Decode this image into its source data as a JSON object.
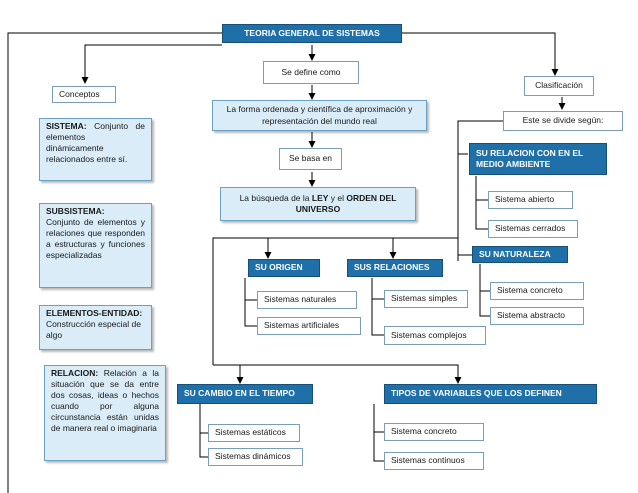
{
  "title": "TEORIA GENERAL DE SISTEMAS",
  "defines": "Se define como",
  "definition": "La forma ordenada y científica de aproximación y representación del mundo real",
  "based": "Se basa en",
  "basis": {
    "before": "La búsqueda de la ",
    "ley": "LEY",
    "middle": " y el ",
    "orden": "ORDEN DEL UNIVERSO"
  },
  "conceptos": {
    "label": "Conceptos",
    "sistema": {
      "term": "SISTEMA:",
      "text": "Conjunto de elementos dinámicamente relacionados entre sí."
    },
    "subsistema": {
      "term": "SUBSISTEMA:",
      "text": "Conjunto de elementos y relaciones que responden a estructuras y funciones especializadas"
    },
    "elementos": {
      "term": "ELEMENTOS-ENTIDAD:",
      "text": "Construcción especial de algo"
    },
    "relacion": {
      "term": "RELACION:",
      "text": "Relación a la situación que se da entre dos cosas, ideas o hechos cuando por alguna circunstancia están unidas de manera real o imaginaria"
    }
  },
  "clasificacion": {
    "label": "Clasificación",
    "divide": "Este se divide según:",
    "medio": {
      "title": "SU RELACION CON EN EL MEDIO AMBIENTE",
      "items": [
        "Sistema abierto",
        "Sistemas cerrados"
      ]
    },
    "naturaleza": {
      "title": "SU NATURALEZA",
      "items": [
        "Sistema concreto",
        "Sistema abstracto"
      ]
    },
    "origen": {
      "title": "SU ORIGEN",
      "items": [
        "Sistemas naturales",
        "Sistemas artificiales"
      ]
    },
    "relaciones": {
      "title": "SUS RELACIONES",
      "items": [
        "Sistemas simples",
        "Sistemas complejos"
      ]
    },
    "cambio": {
      "title": "SU CAMBIO EN EL TIEMPO",
      "items": [
        "Sistemas estáticos",
        "Sistemas dinámicos"
      ]
    },
    "variables": {
      "title": "TIPOS DE VARIABLES QUE LOS DEFINEN",
      "items": [
        "Sistema concreto",
        "Sistemas continuos"
      ]
    }
  },
  "colors": {
    "header": "#1f6fa8",
    "concept_fill": "#d9ecf8",
    "line": "#000000"
  }
}
